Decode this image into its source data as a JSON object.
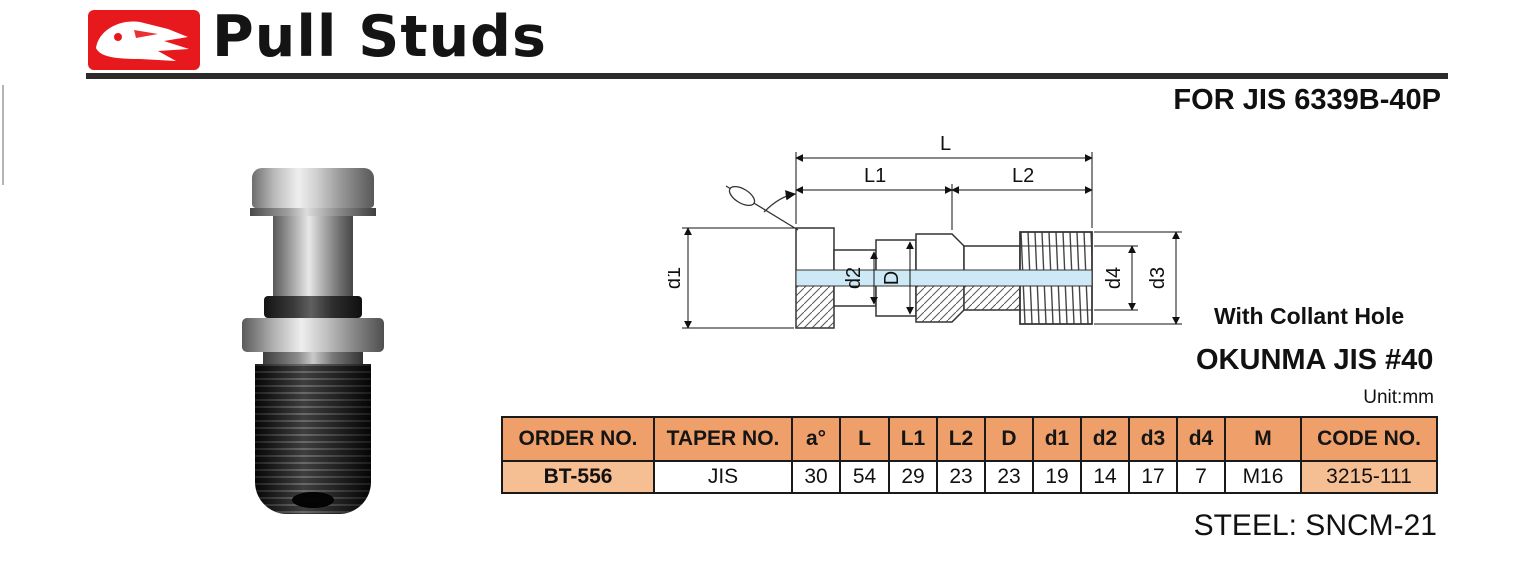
{
  "header": {
    "title": "Pull Studs",
    "subtitle": "FOR JIS 6339B-40P"
  },
  "notes": {
    "collant": "With Collant Hole",
    "okunma": "OKUNMA JIS #40",
    "unit": "Unit:mm",
    "steel": "STEEL: SNCM-21"
  },
  "diagram": {
    "dims": {
      "L": "L",
      "L1": "L1",
      "L2": "L2",
      "d1": "d1",
      "d2": "d2",
      "D": "D",
      "d4": "d4",
      "d3": "d3"
    }
  },
  "table": {
    "headers": [
      "ORDER NO.",
      "TAPER NO.",
      "a°",
      "L",
      "L1",
      "L2",
      "D",
      "d1",
      "d2",
      "d3",
      "d4",
      "M",
      "CODE NO."
    ],
    "row": [
      "BT-556",
      "JIS",
      "30",
      "54",
      "29",
      "23",
      "23",
      "19",
      "14",
      "17",
      "7",
      "M16",
      "3215-111"
    ]
  },
  "colors": {
    "accent_red": "#E8191C",
    "table_header_bg": "#EFA06A",
    "table_highlight_bg": "#F6BE93",
    "coolant_blue": "#CDE9F6",
    "rule_dark": "#2B2B2B"
  }
}
